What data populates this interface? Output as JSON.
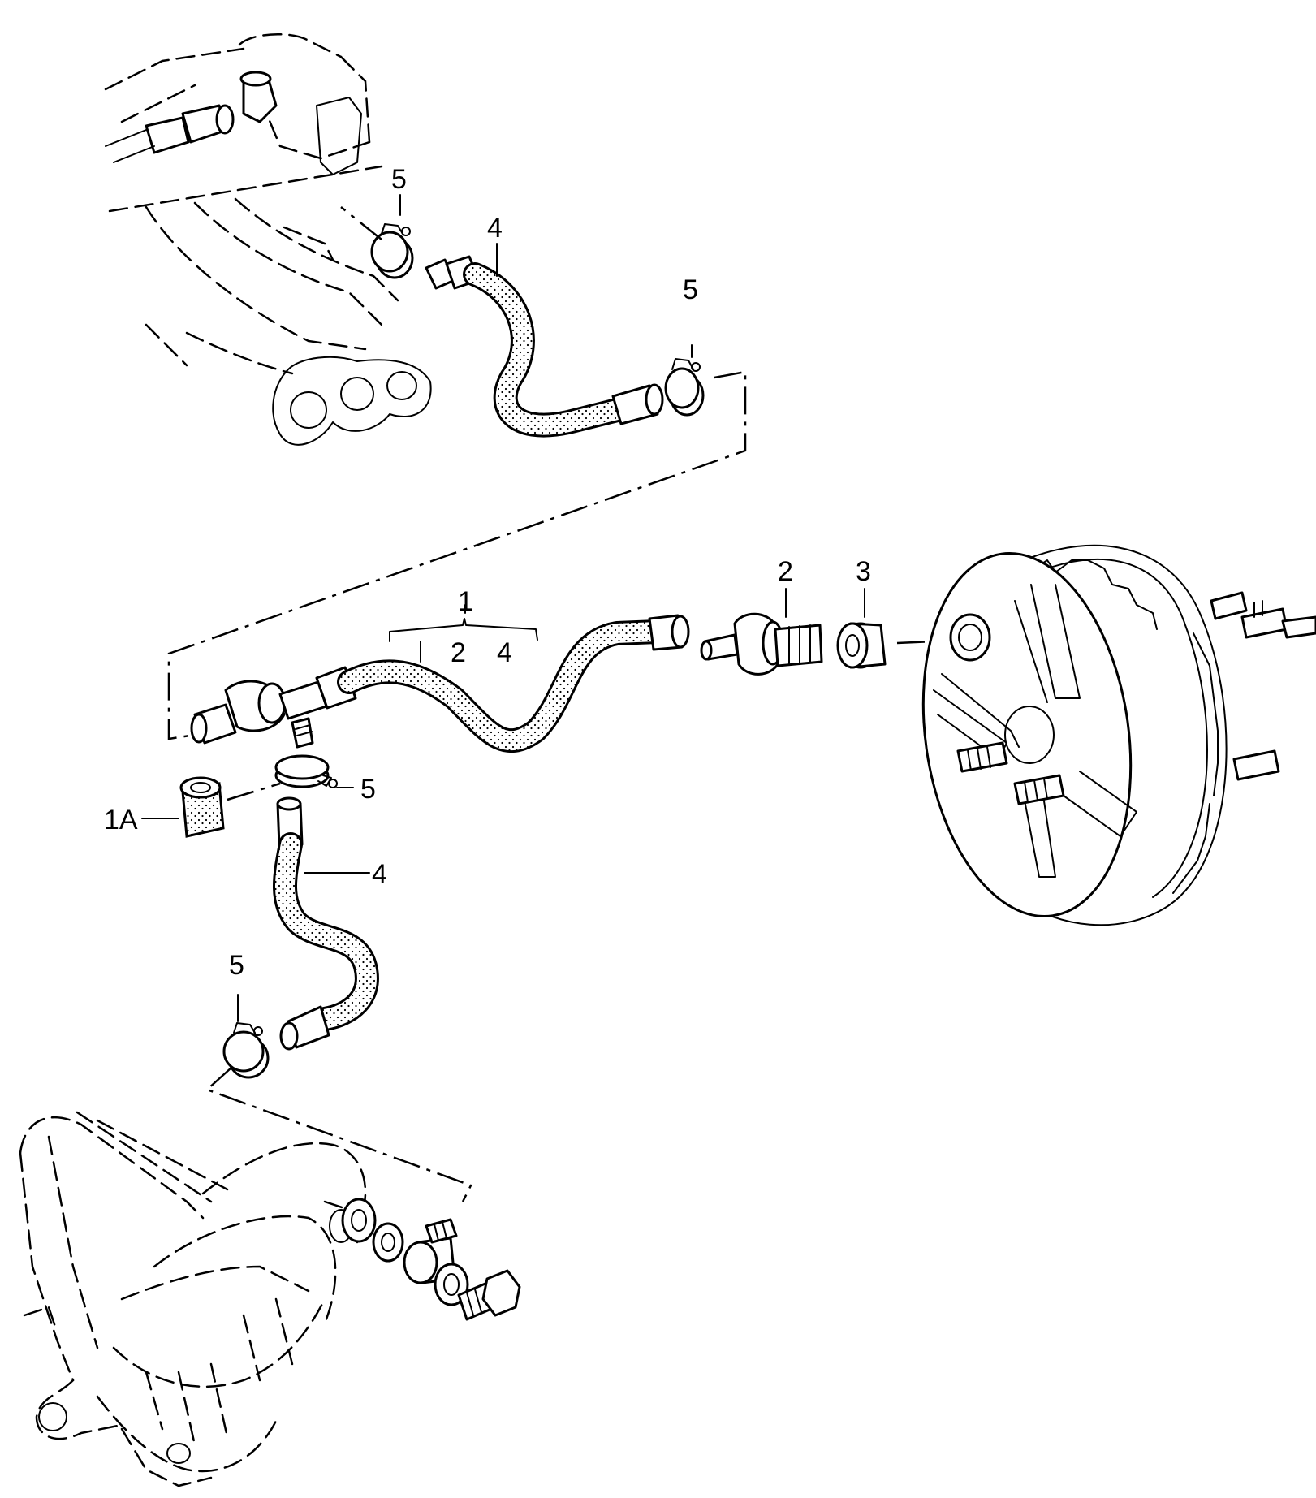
{
  "callouts": {
    "c5_top_left": "5",
    "c4_top": "4",
    "c5_top_right": "5",
    "c1": "1",
    "c1_sub_2": "2",
    "c1_sub_4": "4",
    "c2": "2",
    "c3": "3",
    "c5_mid": "5",
    "c1a": "1A",
    "c4_mid": "4",
    "c5_bottom": "5"
  }
}
